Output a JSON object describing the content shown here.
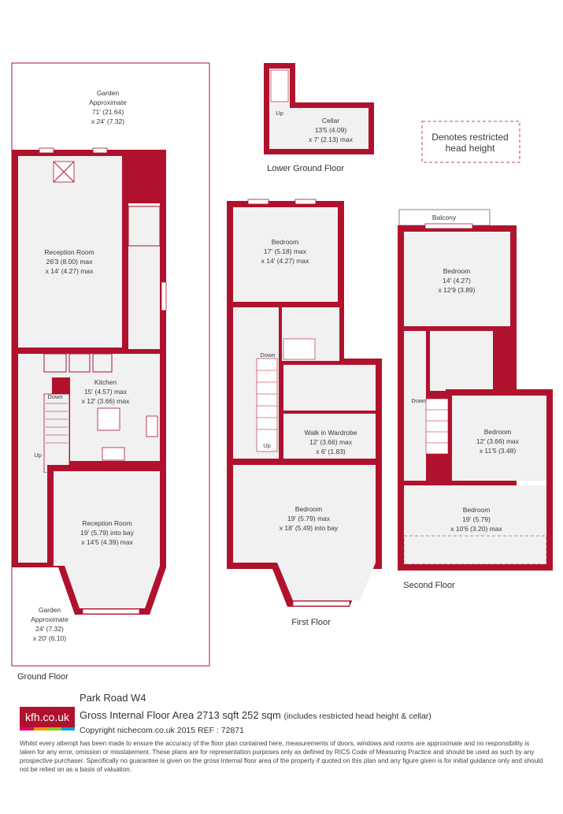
{
  "legend": {
    "restricted_line1": "Denotes restricted",
    "restricted_line2": "head height"
  },
  "floors": {
    "ground": "Ground Floor",
    "lower_ground": "Lower Ground Floor",
    "first": "First Floor",
    "second": "Second Floor"
  },
  "rooms": {
    "garden_rear": {
      "l1": "Garden",
      "l2": "Approximate",
      "l3": "71' (21.64)",
      "l4": "x 24' (7.32)"
    },
    "reception_rear": {
      "l1": "Reception Room",
      "l2": "26'3 (8.00) max",
      "l3": "x 14' (4.27) max"
    },
    "kitchen": {
      "l1": "Kitchen",
      "l2": "15' (4.57) max",
      "l3": "x 12' (3.66) max"
    },
    "reception_front": {
      "l1": "Reception Room",
      "l2": "19' (5.79) into bay",
      "l3": "x 14'5 (4.39) max"
    },
    "garden_front": {
      "l1": "Garden",
      "l2": "Approximate",
      "l3": "24' (7.32)",
      "l4": "x 20' (6.10)"
    },
    "cellar": {
      "l1": "Cellar",
      "l2": "13'5 (4.09)",
      "l3": "x 7' (2.13) max"
    },
    "first_bed_rear": {
      "l1": "Bedroom",
      "l2": "17' (5.18) max",
      "l3": "x 14' (4.27) max"
    },
    "walk_in": {
      "l1": "Walk in Wardrobe",
      "l2": "12' (3.66) max",
      "l3": "x 6' (1.83)"
    },
    "first_bed_front": {
      "l1": "Bedroom",
      "l2": "19' (5.79) max",
      "l3": "x 18' (5.49) into bay"
    },
    "balcony": {
      "l1": "Balcony"
    },
    "second_bed_rear": {
      "l1": "Bedroom",
      "l2": "14' (4.27)",
      "l3": "x 12'9 (3.89)"
    },
    "second_bed_mid": {
      "l1": "Bedroom",
      "l2": "12' (3.66) max",
      "l3": "x 11'5 (3.48)"
    },
    "second_bed_front": {
      "l1": "Bedroom",
      "l2": "19' (5.79)",
      "l3": "x 10'6 (3.20) max"
    }
  },
  "stairs": {
    "up": "Up",
    "down": "Down"
  },
  "footer": {
    "logo": "kfh.co.uk",
    "address": "Park Road  W4",
    "area": "Gross Internal Floor Area 2713 sqft 252 sqm",
    "area_note": "(includes restricted head height & cellar)",
    "copyright": "Copyright nichecom.co.uk 2015 REF : 72871",
    "disclaimer": "Whilst every attempt has been made to ensure the accuracy of the floor plan contained here, measurements of doors, windows and rooms are approximate and no responsibility is taken for any error, omission or misstatement. These plans are for representation purposes only as defined by RICS Code of Measuring Practice and should be used as such by any prospective purchaser. Specifically no guarantee is given on the gross internal floor area of the property if quoted on this plan and any figure given is for initial guidance only and should not be relied on as a basis of valuation."
  },
  "colors": {
    "wall": "#b0122e",
    "floor": "#f1f1f1",
    "stripe": [
      "#e4007d",
      "#f39200",
      "#95c11f",
      "#009fe3"
    ]
  }
}
